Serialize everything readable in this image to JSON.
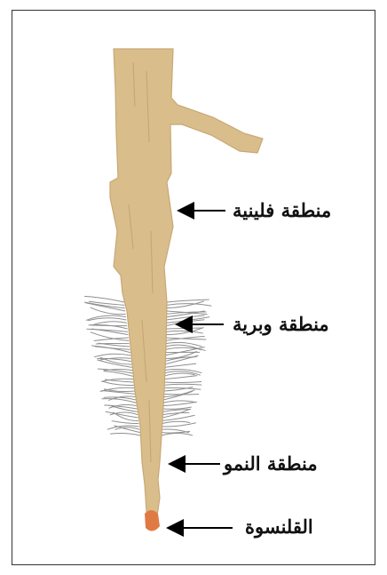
{
  "colors": {
    "root_fill": "#D9BE8C",
    "root_shade": "#C7A874",
    "root_hair": "#8F8F8F",
    "cap": "#E07A45",
    "arrow": "#000000",
    "frame": "#333333"
  },
  "labels": {
    "cork_zone": "منطقة فلينية",
    "hair_zone": "منطقة وبرية",
    "growth_zone": "منطقة النمو",
    "root_cap": "القلنسوة"
  }
}
